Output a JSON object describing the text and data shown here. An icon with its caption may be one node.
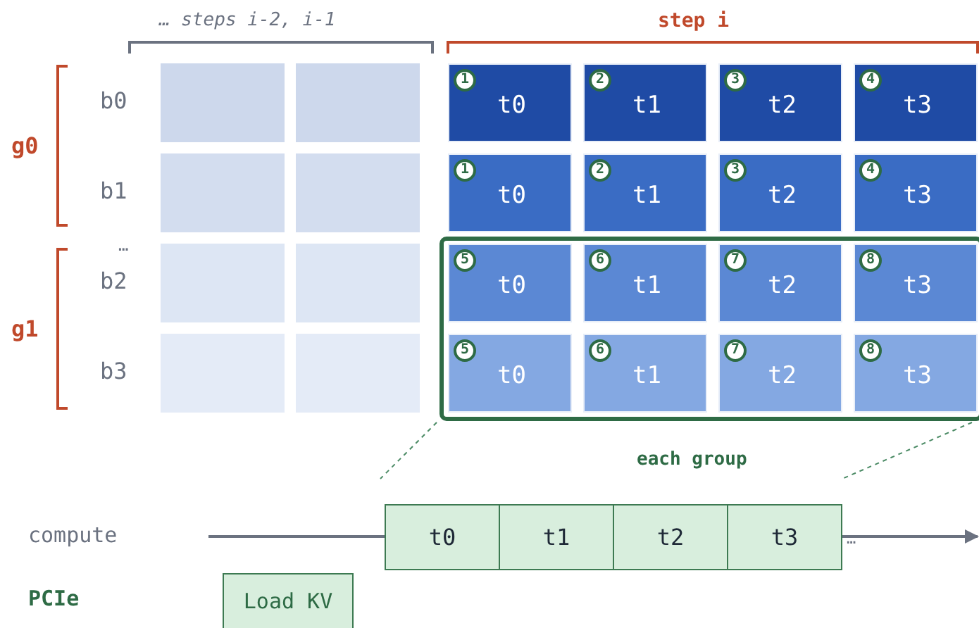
{
  "diagram": {
    "nodes": [
      {
        "text": [],
        "shape": "box"
      },
      {
        "text": [],
        "shape": "box"
      },
      {
        "text": [
          "1",
          "t0"
        ]
      },
      {
        "text": [
          "2",
          "t1"
        ]
      },
      {
        "text": [
          "3",
          "t2"
        ]
      },
      {
        "text": [
          "4",
          "t3"
        ]
      },
      {
        "text": [],
        "shape": "box"
      },
      {
        "text": [],
        "shape": "box"
      },
      {
        "text": [
          "1",
          "t0"
        ]
      },
      {
        "text": [
          "2",
          "t1"
        ]
      },
      {
        "text": [
          "3",
          "t2"
        ]
      },
      {
        "text": [
          "4",
          "t3"
        ]
      },
      {
        "text": [],
        "shape": "box"
      },
      {
        "text": [],
        "shape": "box"
      },
      {
        "text": [],
        "shape": "box"
      },
      {
        "text": [
          "5",
          "t0"
        ],
        "in": 12
      },
      {
        "text": [
          "6",
          "t1"
        ],
        "in": 12
      },
      {
        "text": [
          "7",
          "t2"
        ],
        "in": 12
      },
      {
        "text": [
          "8",
          "t3"
        ],
        "in": 12
      },
      {
        "text": [],
        "shape": "box"
      },
      {
        "text": [],
        "shape": "box"
      },
      {
        "text": [
          "5",
          "t0"
        ],
        "in": 12
      },
      {
        "text": [
          "6",
          "t1"
        ],
        "in": 12
      },
      {
        "text": [
          "7",
          "t2"
        ],
        "in": 12
      },
      {
        "text": [
          "8",
          "t3"
        ],
        "in": 12
      },
      {
        "text": [
          "t0"
        ]
      },
      {
        "text": [
          "t1"
        ]
      },
      {
        "text": [
          "t2"
        ]
      },
      {
        "text": [
          "t3"
        ]
      },
      {
        "text": [
          "Load KV"
        ]
      }
    ],
    "labels": [
      "… steps i-2, i-1",
      "step i",
      "b0",
      "g0",
      "b1",
      "…",
      "b2",
      "g1",
      "b3",
      "each group",
      "compute",
      "…",
      "PCIe"
    ]
  }
}
